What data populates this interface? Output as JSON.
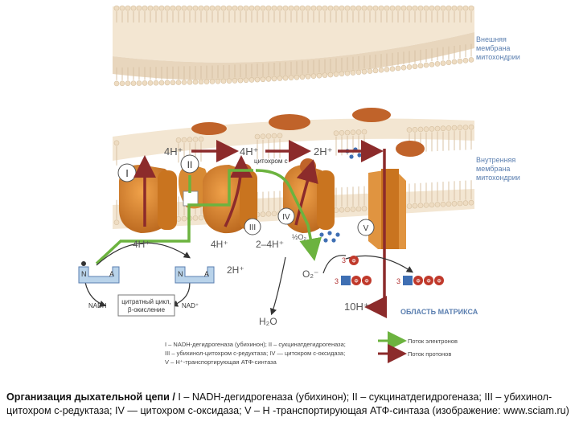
{
  "labels": {
    "outer_membrane": [
      "Внешняя",
      "мембрана",
      "митохондрии"
    ],
    "inner_membrane": [
      "Внутренняя",
      "мембрана",
      "митохондрии"
    ],
    "matrix": "ОБЛАСТЬ МАТРИКСА",
    "cytochrome_c": "цитохром c",
    "complex_I": "I",
    "complex_II": "II",
    "complex_III": "III",
    "complex_IV": "IV",
    "complex_V": "V",
    "top_4h_1": "4H⁺",
    "top_4h_2": "4H⁺",
    "top_2h": "2H⁺",
    "bottom_4h_1": "4H⁺",
    "bottom_4h_2": "4H⁺",
    "bottom_2_4h": "2–4H⁺",
    "h2_right": "2H⁺",
    "half_o2": "½O₂",
    "o2_radical": "O₂⁻",
    "water": "H₂O",
    "ten_h": "10H⁺",
    "nadh": "NADH",
    "nad": "NAD⁺",
    "cycle_line1": "цитратный цикл,",
    "cycle_line2": "β-окисление",
    "carrier_N": "N",
    "carrier_A": "A",
    "adp_1": "3",
    "adp_2": "3",
    "adp_3": "3",
    "phosphate": "Ф"
  },
  "legend": {
    "lines": [
      "I – NADH-дегидрогеназа (убихинон); II – сукцинатдегидрогеназа;",
      "III – убихинол-цитохром c-редуктаза; IV — цитохром c-оксидаза;",
      "V – H⁺-транспортирующая АТФ-синтаза"
    ],
    "electron_flow": "Поток электронов",
    "proton_flow": "Поток протонов"
  },
  "caption": {
    "bold": "Организация дыхательной цепи /",
    "text": " I – NADH-дегидрогеназа (убихинон); II – сукцинатдегидрогеназа; III – убихинол-цитохром c-редуктаза; IV — цитохром c-оксидаза; V – H -транспортирующая АТФ-синтаза (изображение: www.sciam.ru)"
  },
  "colors": {
    "protein": "#d4812a",
    "protein_dark": "#a85e16",
    "electron_arrow": "#6cb33f",
    "proton_arrow": "#8c2b2b",
    "membrane_head": "#f4e7d3",
    "label_blue": "#5b7fb0"
  }
}
